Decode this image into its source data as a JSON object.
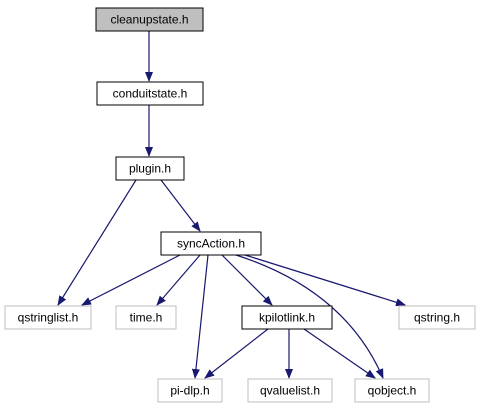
{
  "colors": {
    "edge": "#191970",
    "box_stroke_primary": "#000000",
    "box_stroke_secondary": "#bfbfbf",
    "box_fill_focus": "#bfbfbf",
    "box_fill_normal": "#ffffff",
    "text": "#000000"
  },
  "nodes": [
    {
      "id": "cleanupstate",
      "label": "cleanupstate.h",
      "style": "focus"
    },
    {
      "id": "conduitstate",
      "label": "conduitstate.h",
      "style": "normal"
    },
    {
      "id": "plugin",
      "label": "plugin.h",
      "style": "normal"
    },
    {
      "id": "syncaction",
      "label": "syncAction.h",
      "style": "normal"
    },
    {
      "id": "qstringlist",
      "label": "qstringlist.h",
      "style": "external"
    },
    {
      "id": "time",
      "label": "time.h",
      "style": "external"
    },
    {
      "id": "kpilotlink",
      "label": "kpilotlink.h",
      "style": "normal"
    },
    {
      "id": "qstring",
      "label": "qstring.h",
      "style": "external"
    },
    {
      "id": "pidlp",
      "label": "pi-dlp.h",
      "style": "external"
    },
    {
      "id": "qvaluelist",
      "label": "qvaluelist.h",
      "style": "external"
    },
    {
      "id": "qobject",
      "label": "qobject.h",
      "style": "external"
    }
  ],
  "edges": [
    {
      "from": "cleanupstate",
      "to": "conduitstate"
    },
    {
      "from": "conduitstate",
      "to": "plugin"
    },
    {
      "from": "plugin",
      "to": "syncaction"
    },
    {
      "from": "plugin",
      "to": "qstringlist"
    },
    {
      "from": "syncaction",
      "to": "qstringlist"
    },
    {
      "from": "syncaction",
      "to": "time"
    },
    {
      "from": "syncaction",
      "to": "pidlp"
    },
    {
      "from": "syncaction",
      "to": "kpilotlink"
    },
    {
      "from": "syncaction",
      "to": "qstring"
    },
    {
      "from": "syncaction",
      "to": "qobject"
    },
    {
      "from": "kpilotlink",
      "to": "pidlp"
    },
    {
      "from": "kpilotlink",
      "to": "qvaluelist"
    },
    {
      "from": "kpilotlink",
      "to": "qobject"
    }
  ]
}
